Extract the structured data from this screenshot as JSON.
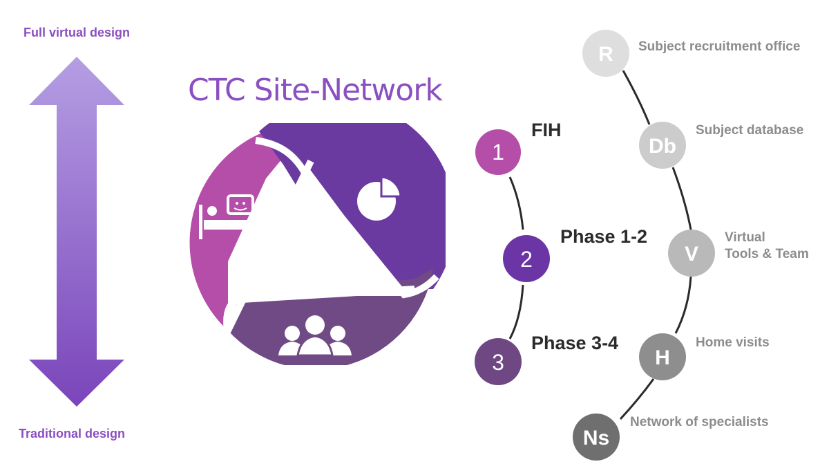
{
  "arrow": {
    "top_label": "Full virtual design",
    "bottom_label": "Traditional design"
  },
  "title": "CTC Site-Network",
  "cycle": {
    "segments": [
      {
        "icon": "patient-bed-icon",
        "color": "#b44ea8"
      },
      {
        "icon": "pie-chart-icon",
        "color": "#6a3aa0"
      },
      {
        "icon": "team-group-icon",
        "color": "#6f4a85"
      }
    ]
  },
  "phases": [
    {
      "number": "1",
      "label": "FIH",
      "color": "#b44ea8"
    },
    {
      "number": "2",
      "label": "Phase 1-2",
      "color": "#6b35a6"
    },
    {
      "number": "3",
      "label": "Phase 3-4",
      "color": "#6e4783"
    }
  ],
  "components": [
    {
      "abbr": "R",
      "label_lines": [
        "Subject recruitment office"
      ],
      "color": "#dedede"
    },
    {
      "abbr": "Db",
      "label_lines": [
        "Subject database"
      ],
      "color": "#cccccc"
    },
    {
      "abbr": "V",
      "label_lines": [
        "Virtual",
        "Tools & Team"
      ],
      "color": "#b9b9b9"
    },
    {
      "abbr": "H",
      "label_lines": [
        "Home visits"
      ],
      "color": "#8e8e8e"
    },
    {
      "abbr": "Ns",
      "label_lines": [
        "Network of specialists"
      ],
      "color": "#6f6f6f"
    }
  ]
}
